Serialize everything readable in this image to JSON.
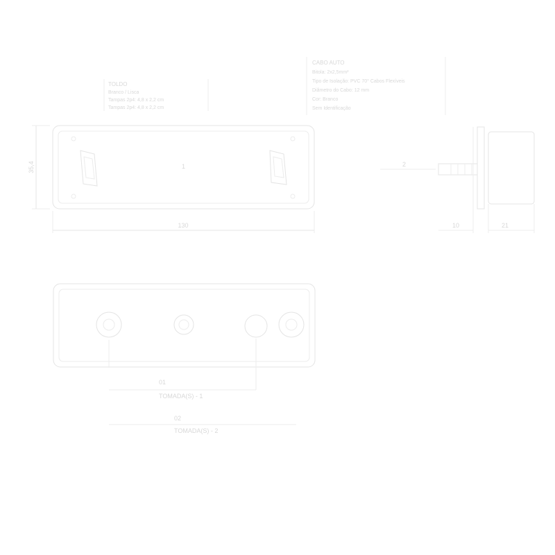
{
  "notes_left": {
    "title": "TOLDO",
    "lines": [
      "Branco / Lisca",
      "Tampas 2p4: 4,8 x 2,2 cm",
      "Tampas 2p4: 4,8 x 2,2 cm"
    ]
  },
  "notes_right": {
    "title": "CABO AUTO",
    "lines": [
      "Bitola: 2x2,5mm²",
      "Tipo de Isolação: PVC 70° Cabos Flexíveis",
      "Diâmetro do Cabo: 12 mm",
      "Cor: Branco",
      "Sem Identificação"
    ]
  },
  "dimensions": {
    "overall_width": "130",
    "height": "35,4",
    "side_depth_a": "10",
    "side_depth_b": "21"
  },
  "callouts": {
    "front_center": "1",
    "front_side": "2"
  },
  "bottom_labels": {
    "item1_num": "01",
    "item1_text": "TOMADA(S) - 1",
    "item2_num": "02",
    "item2_text": "TOMADA(S) - 2"
  },
  "colors": {
    "line": "#e4e4e4",
    "text": "#d8d8d8",
    "background": "#ffffff"
  }
}
